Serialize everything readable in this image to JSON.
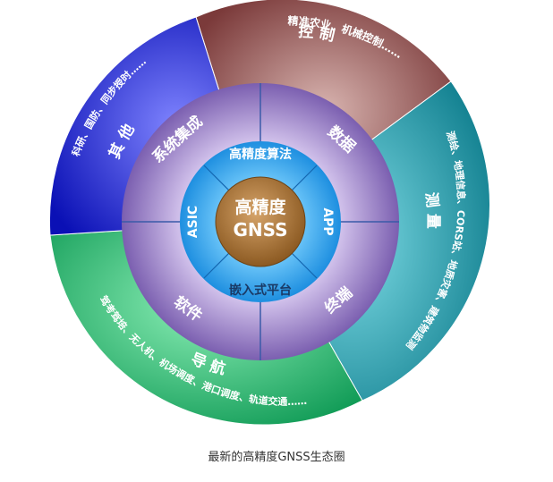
{
  "center": {
    "line1": "高精度",
    "line2": "GNSS"
  },
  "inner_ring": {
    "top": "高精度算法",
    "right": "APP",
    "bottom": "嵌入式平台",
    "left": "ASIC"
  },
  "middle_ring": {
    "upper_left": "系统集成",
    "upper_right": "数据",
    "lower_right": "终端",
    "lower_left": "软件"
  },
  "outer_ring": {
    "top": {
      "title": "控制",
      "examples": "精准农业、机械控制……",
      "color": "#8e4a4a"
    },
    "right": {
      "title": "测量",
      "examples": "测绘、地理信息、CORS站、地质灾害、建筑物监测",
      "color": "#1397a8"
    },
    "bottom": {
      "title": "导航",
      "examples": "驾考驾培、无人机、机场调度、港口调度、轨道交通……",
      "color": "#1fb36a"
    },
    "left": {
      "title": "其他",
      "examples": "科研、国防、同步授时……",
      "color": "#1a22c8"
    }
  },
  "caption": "最新的高精度GNSS生态圈"
}
